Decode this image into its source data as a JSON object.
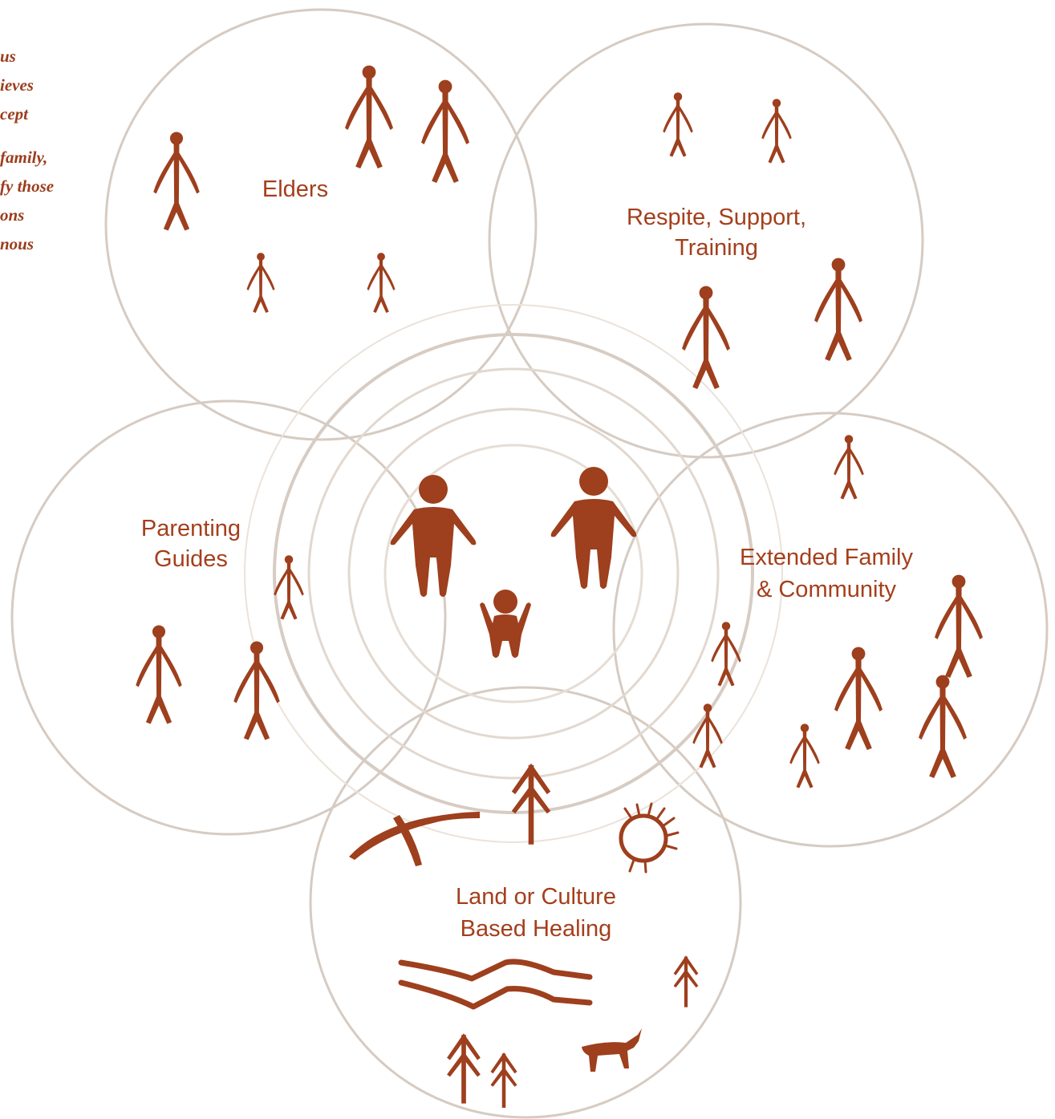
{
  "quote_fragment": {
    "lines": [
      "us",
      "ieves",
      "cept",
      "family,",
      "fy those",
      "ons",
      "nous"
    ]
  },
  "labels": {
    "elders": "Elders",
    "respite_line1": "Respite, Support,",
    "respite_line2": "Training",
    "parenting_line1": "Parenting",
    "parenting_line2": "Guides",
    "extended_line1": "Extended Family",
    "extended_line2": "& Community",
    "land_line1": "Land or Culture",
    "land_line2": "Based Healing"
  },
  "colors": {
    "figure": "#9e3f1d",
    "ring_outer": "#d7ccc3",
    "ring_inner": "#e6ddd5",
    "text": "#a43f1c"
  },
  "icons": [
    "stick-figure-icon",
    "adult-figure-icon",
    "child-figure-icon",
    "tree-icon",
    "sun-icon",
    "river-icon",
    "animal-icon",
    "hunting-tool-icon"
  ]
}
